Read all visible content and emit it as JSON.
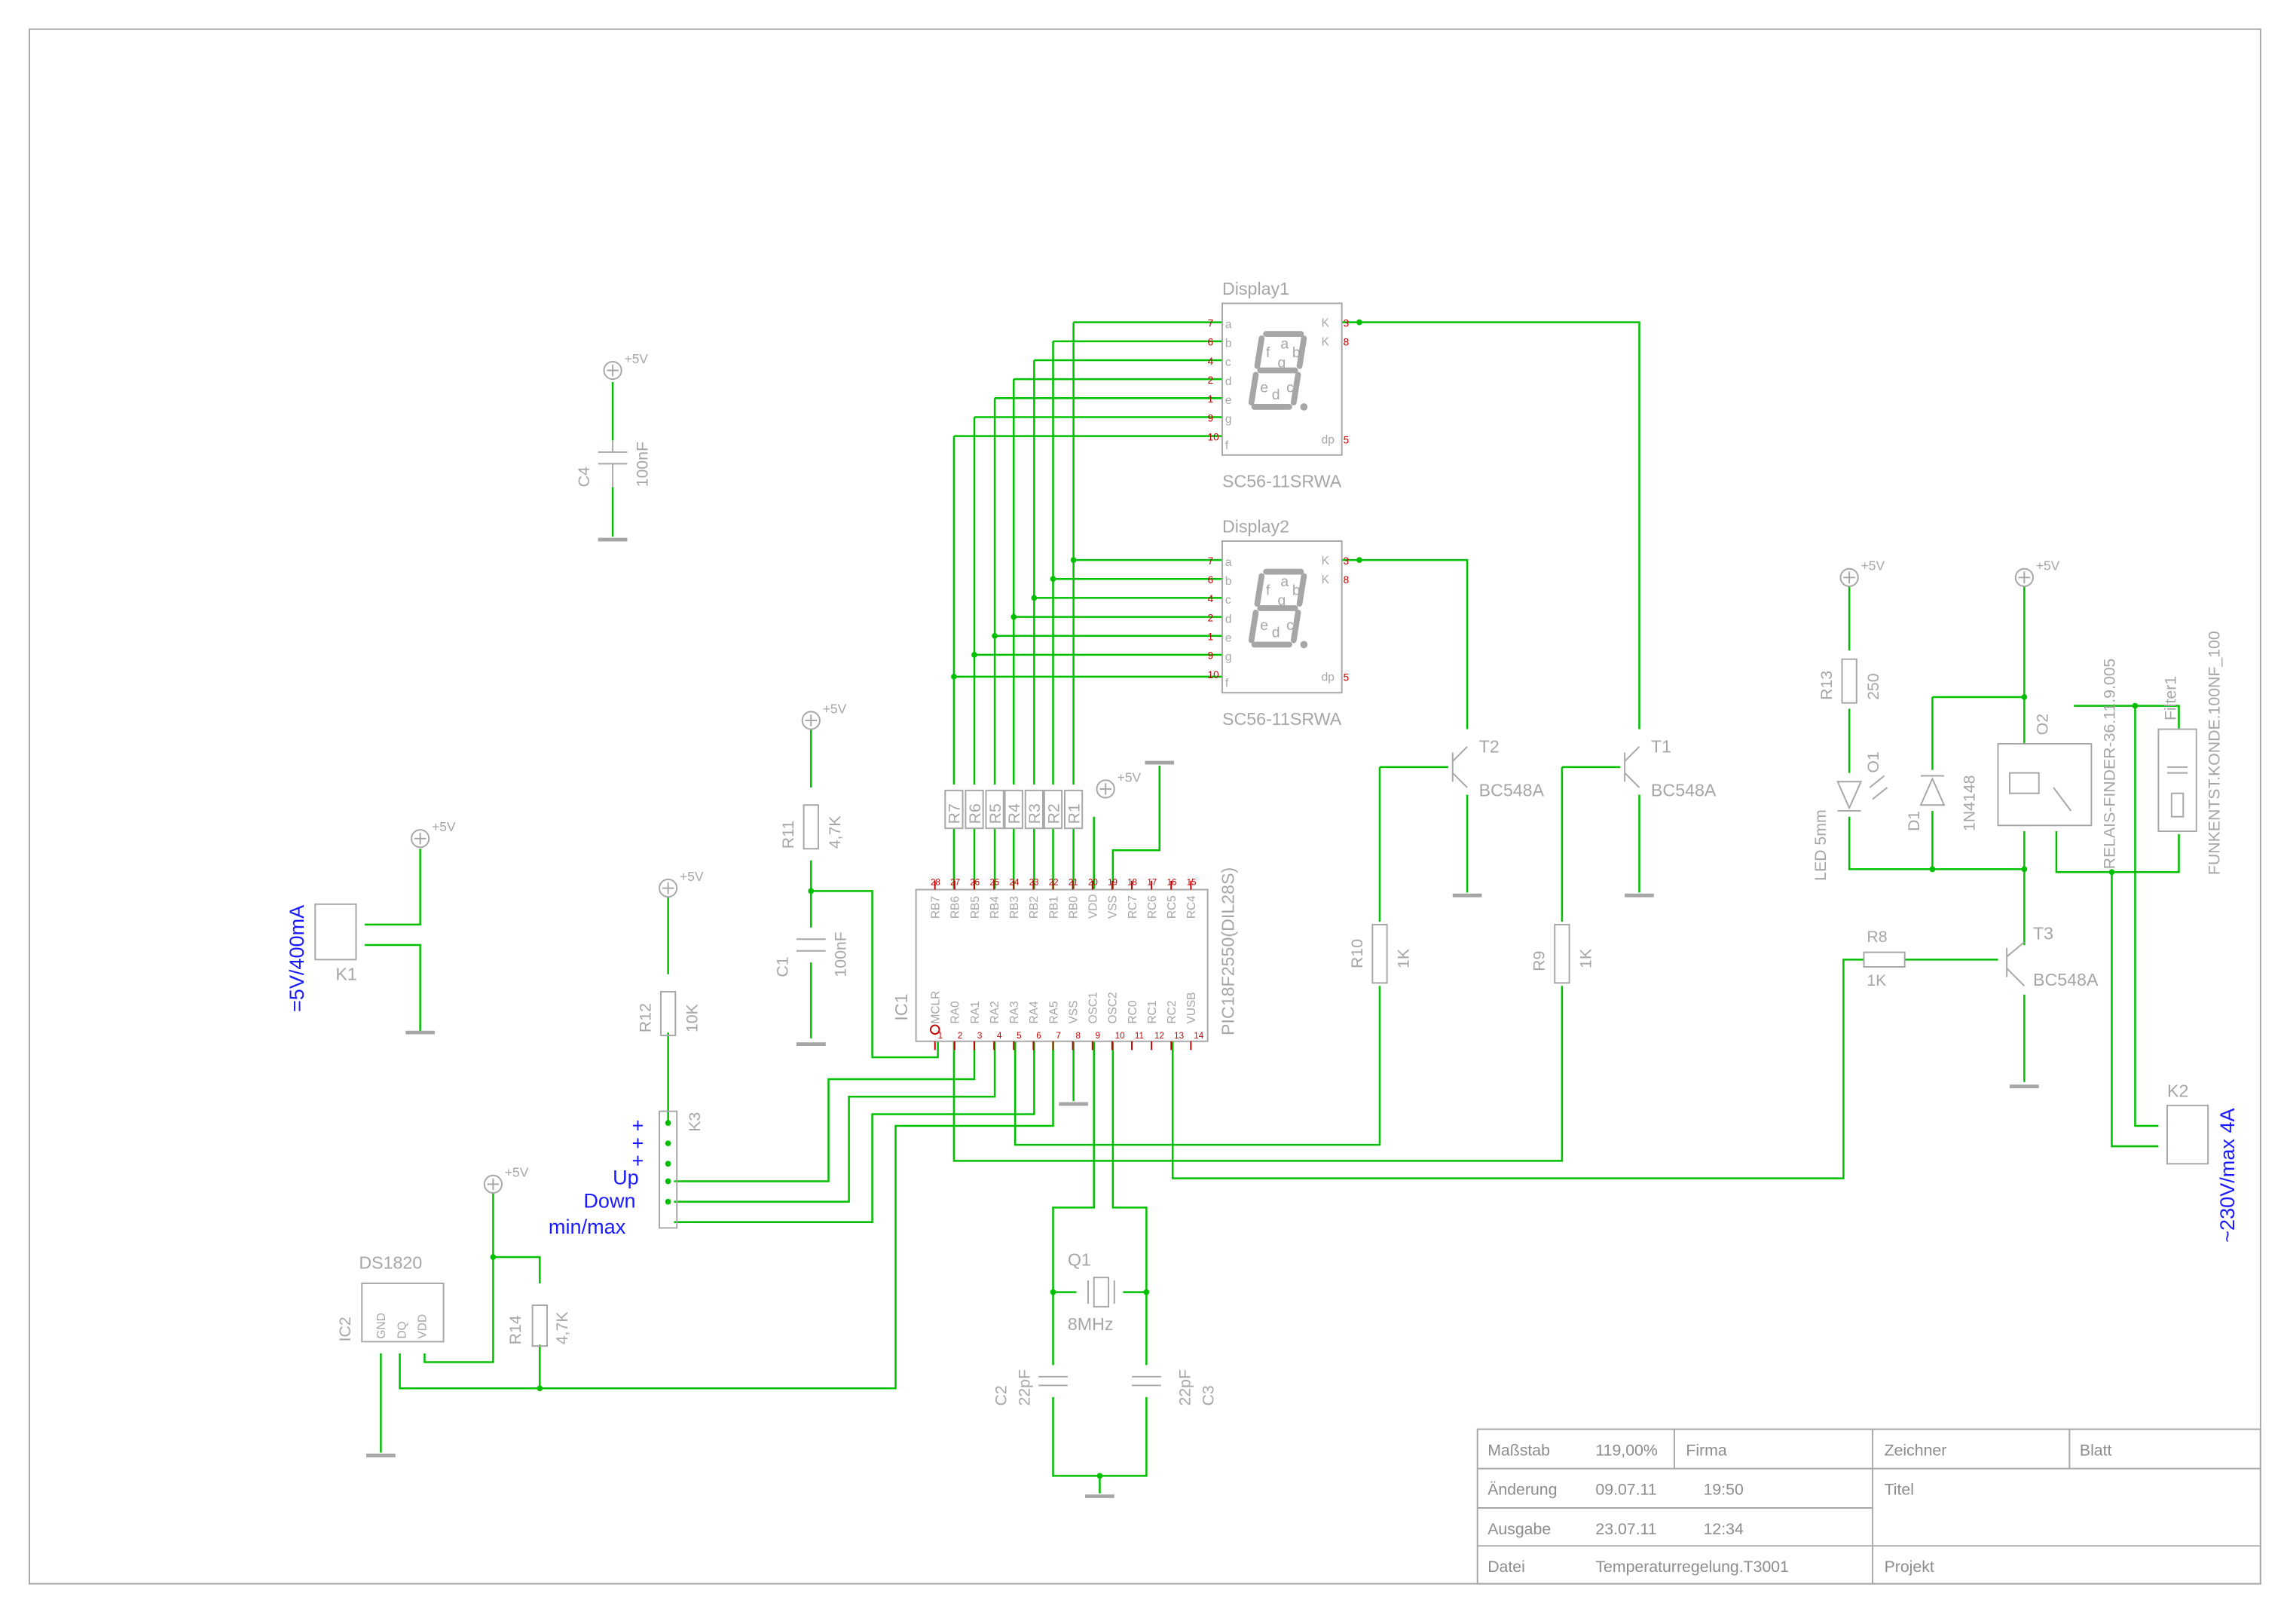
{
  "colors": {
    "wire": "#00c000",
    "component": "#a6a6a6",
    "pin": "#c00000",
    "annotation": "#1a1aff",
    "frame": "#a6a6a6"
  },
  "supply_label": "+5V",
  "displays": [
    {
      "ref": "Display1",
      "part": "SC56-11SRWA"
    },
    {
      "ref": "Display2",
      "part": "SC56-11SRWA"
    }
  ],
  "display_pins": {
    "left_letters": [
      "a",
      "b",
      "c",
      "d",
      "e",
      "g",
      "g",
      "f"
    ],
    "left_numbers": [
      "7",
      "6",
      "4",
      "2",
      "1",
      "9",
      "10"
    ],
    "right_letters": [
      "K",
      "K",
      "dp"
    ],
    "right_numbers": [
      "3",
      "8",
      "5"
    ],
    "segments": [
      "a",
      "f",
      "g",
      "b",
      "e",
      "d",
      "c"
    ]
  },
  "mcu": {
    "ref": "IC1",
    "part": "PIC18F2550(DIL28S)",
    "top_pins": [
      "RB7",
      "RB6",
      "RB5",
      "RB4",
      "RB3",
      "RB2",
      "RB1",
      "RB0",
      "VDD",
      "VSS",
      "RC7",
      "RC6",
      "RC5",
      "RC4"
    ],
    "top_numbers": [
      "28",
      "27",
      "26",
      "25",
      "24",
      "23",
      "22",
      "21",
      "20",
      "19",
      "18",
      "17",
      "16",
      "15"
    ],
    "bottom_pins": [
      "MCLR",
      "RA0",
      "RA1",
      "RA2",
      "RA3",
      "RA4",
      "RA5",
      "VSS",
      "OSC1",
      "OSC2",
      "RC0",
      "RC1",
      "RC2",
      "VUSB"
    ],
    "bottom_numbers": [
      "1",
      "2",
      "3",
      "4",
      "5",
      "6",
      "7",
      "8",
      "9",
      "10",
      "11",
      "12",
      "13",
      "14"
    ]
  },
  "resistor_array": [
    "R7",
    "R6",
    "R5",
    "R4",
    "R3",
    "R2",
    "R1"
  ],
  "components": {
    "C4": {
      "ref": "C4",
      "value": "100nF"
    },
    "C1": {
      "ref": "C1",
      "value": "100nF"
    },
    "R11": {
      "ref": "R11",
      "value": "4,7K"
    },
    "R12": {
      "ref": "R12",
      "value": "10K"
    },
    "R14": {
      "ref": "R14",
      "value": "4,7K"
    },
    "R10": {
      "ref": "R10",
      "value": "1K"
    },
    "R9": {
      "ref": "R9",
      "value": "1K"
    },
    "R8": {
      "ref": "R8",
      "value": "1K"
    },
    "R13": {
      "ref": "R13",
      "value": "250"
    },
    "T1": {
      "ref": "T1",
      "value": "BC548A"
    },
    "T2": {
      "ref": "T2",
      "value": "BC548A"
    },
    "T3": {
      "ref": "T3",
      "value": "BC548A"
    },
    "Q1": {
      "ref": "Q1",
      "value": "8MHz"
    },
    "C2": {
      "ref": "C2",
      "value": "22pF"
    },
    "C3": {
      "ref": "C3",
      "value": "22pF"
    },
    "K1": {
      "ref": "K1"
    },
    "K2": {
      "ref": "K2"
    },
    "K3": {
      "ref": "K3"
    },
    "IC2": {
      "ref": "IC2",
      "part": "DS1820",
      "pins": [
        "GND",
        "DQ",
        "VDD"
      ]
    },
    "O1": {
      "ref": "O1",
      "value": "LED 5mm"
    },
    "D1": {
      "ref": "D1",
      "value": "1N4148"
    },
    "O2": {
      "ref": "O2",
      "value": "RELAIS-FINDER-36.11.9.005"
    },
    "Filter1": {
      "ref": "Filter1",
      "value": "FUNKENTST.KONDE.100NF_100"
    }
  },
  "annotations": {
    "power_in": "=5V/400mA",
    "power_out": "~230V/max 4A",
    "k3_plus": "+ + +",
    "up": "Up",
    "down": "Down",
    "minmax": "min/max"
  },
  "title_block": {
    "massstab_label": "Maßstab",
    "massstab_value": "119,00%",
    "firma_label": "Firma",
    "zeichner_label": "Zeichner",
    "blatt_label": "Blatt",
    "aenderung_label": "Änderung",
    "aenderung_date": "09.07.11",
    "aenderung_time": "19:50",
    "titel_label": "Titel",
    "ausgabe_label": "Ausgabe",
    "ausgabe_date": "23.07.11",
    "ausgabe_time": "12:34",
    "datei_label": "Datei",
    "datei_value": "Temperaturregelung.T3001",
    "projekt_label": "Projekt"
  }
}
